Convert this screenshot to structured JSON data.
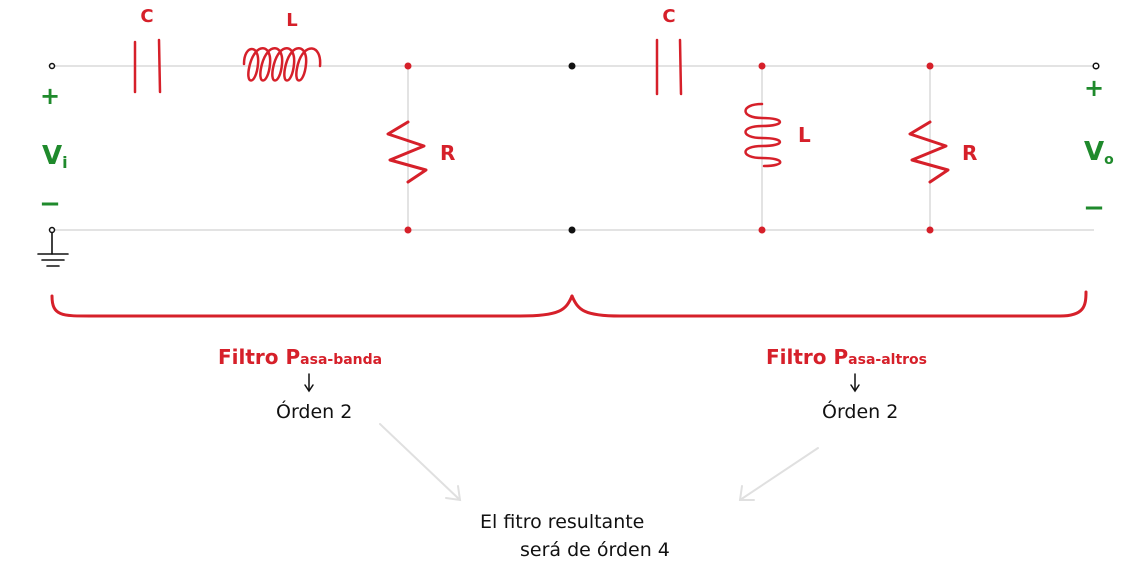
{
  "labels": {
    "c1": "C",
    "l1": "L",
    "r1": "R",
    "c2": "C",
    "l2": "L",
    "r2": "R",
    "plus_in": "+",
    "minus_in": "−",
    "vi_main": "V",
    "vi_sub": "i",
    "plus_out": "+",
    "minus_out": "−",
    "vo_main": "V",
    "vo_sub": "o",
    "bandpass_main": "Filtro P",
    "bandpass_rest": "asa-banda",
    "highpass_main": "Filtro P",
    "highpass_rest": "asa-altros",
    "order_left": "Órden 2",
    "order_right": "Órden 2",
    "result_line1": "El fitro resultante",
    "result_line2": "será de órden 4"
  },
  "colors": {
    "component": "#d6202a",
    "polarity": "#1f8a2c",
    "wire": "#e3e3e3",
    "node": "#111111"
  }
}
